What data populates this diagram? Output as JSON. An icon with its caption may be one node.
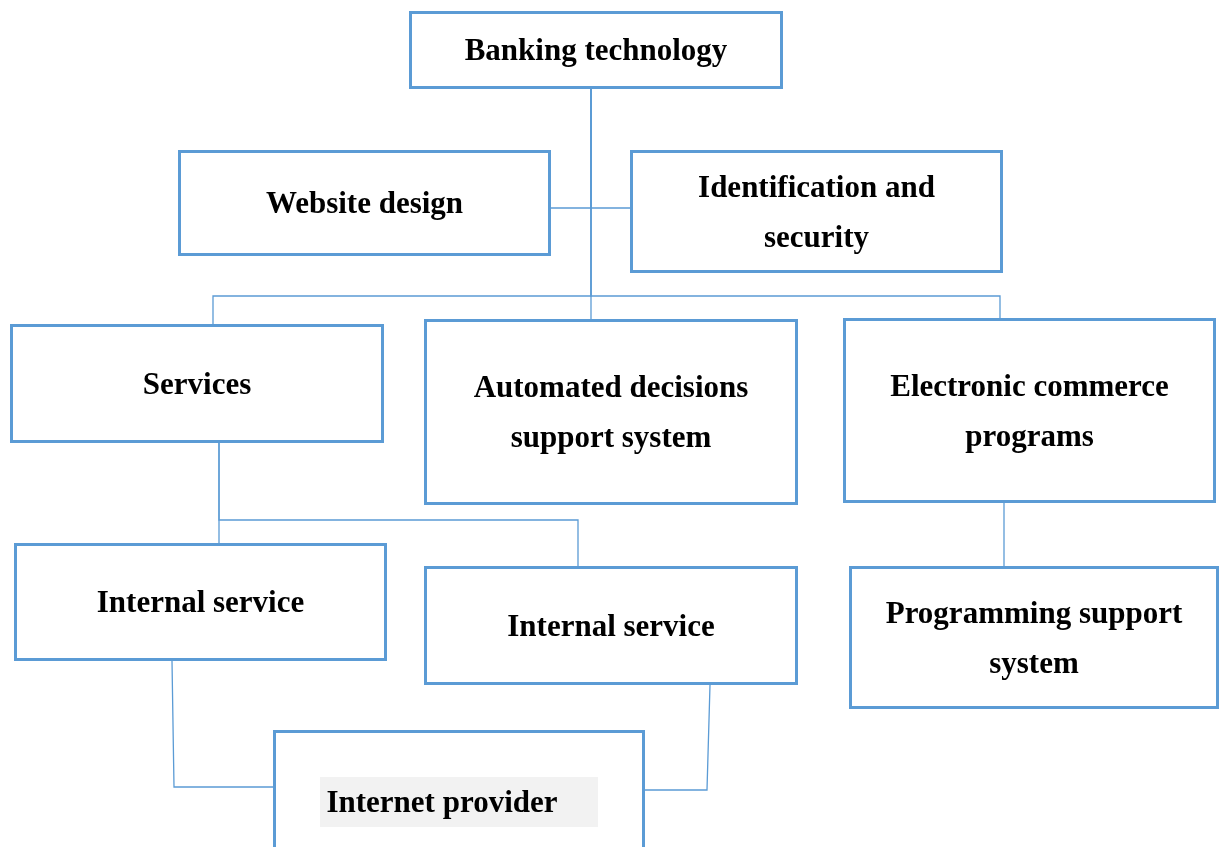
{
  "diagram": {
    "nodes": [
      {
        "text": [
          "Banking technology"
        ]
      },
      {
        "text": [
          "Website design"
        ]
      },
      {
        "text": [
          "Identification and security"
        ]
      },
      {
        "text": [
          "Services"
        ]
      },
      {
        "text": [
          "Automated decisions support system"
        ]
      },
      {
        "text": [
          "Electronic commerce programs"
        ]
      },
      {
        "text": [
          "Internal service"
        ]
      },
      {
        "text": [
          "Internal service"
        ]
      },
      {
        "text": [
          "Programming support system"
        ]
      },
      {
        "text": [
          "Internet provider"
        ]
      }
    ],
    "edges": [
      {
        "from": 0,
        "to": 1,
        "arrow": "none"
      },
      {
        "from": 0,
        "to": 2,
        "arrow": "none"
      },
      {
        "from": 0,
        "to": 3,
        "arrow": "none"
      },
      {
        "from": 0,
        "to": 4,
        "arrow": "none"
      },
      {
        "from": 0,
        "to": 5,
        "arrow": "none"
      },
      {
        "from": 3,
        "to": 6,
        "arrow": "none"
      },
      {
        "from": 3,
        "to": 7,
        "arrow": "none"
      },
      {
        "from": 5,
        "to": 8,
        "arrow": "none"
      },
      {
        "from": 6,
        "to": 9,
        "arrow": "none"
      },
      {
        "from": 7,
        "to": 9,
        "arrow": "none"
      }
    ]
  }
}
